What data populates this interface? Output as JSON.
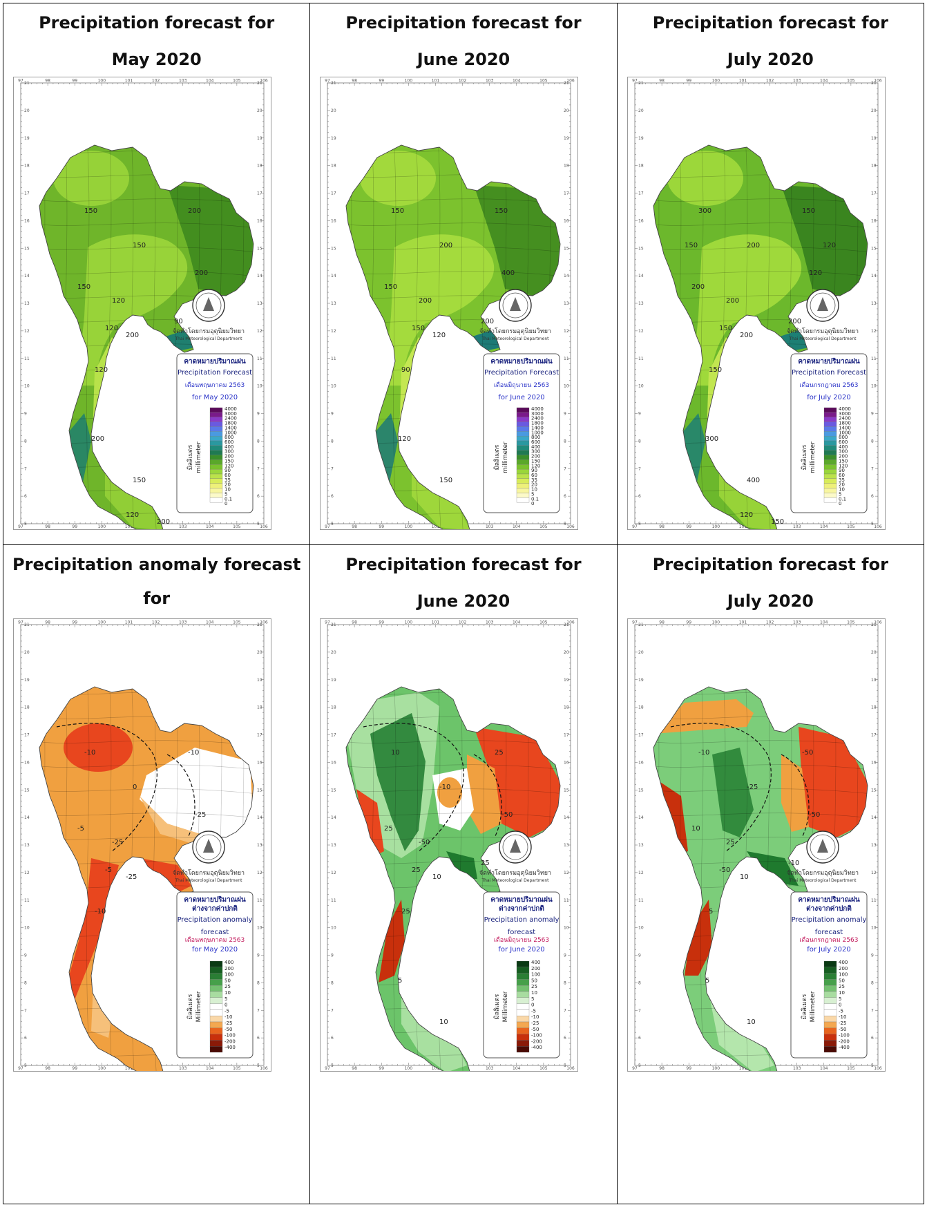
{
  "cells": [
    {
      "id": "may-forecast",
      "kind": "forecast",
      "title_line1": "Precipitation forecast for",
      "title_line2": "May 2020",
      "legend_month_th": "เดือนพฤษภาคม 2563",
      "legend_month_en": "for May 2020",
      "contour_labels": [
        "150",
        "150",
        "120",
        "120",
        "150",
        "200",
        "200",
        "200",
        "120",
        "90",
        "200",
        "150",
        "120",
        "200"
      ],
      "palette": {
        "base": "#6fb52a",
        "light": "#9ad53a",
        "pale": "#b8e24a",
        "dark": "#3e8a1e",
        "teal": "#1f7f6f"
      }
    },
    {
      "id": "jun-forecast",
      "kind": "forecast",
      "title_line1": "Precipitation forecast for",
      "title_line2": "June 2020",
      "legend_month_th": "เดือนมิถุนายน 2563",
      "legend_month_en": "for June 2020",
      "contour_labels": [
        "150",
        "150",
        "200",
        "150",
        "200",
        "150",
        "400",
        "120",
        "90",
        "200",
        "120",
        "150"
      ],
      "palette": {
        "base": "#7cc22e",
        "light": "#a6dc3e",
        "pale": "#c4e752",
        "dark": "#3f8a1f",
        "teal": "#1d7a76"
      }
    },
    {
      "id": "jul-forecast",
      "kind": "forecast",
      "title_line1": "Precipitation forecast for",
      "title_line2": "July 2020",
      "legend_month_th": "เดือนกรกฎาคม 2563",
      "legend_month_en": "for July 2020",
      "contour_labels": [
        "300",
        "200",
        "200",
        "150",
        "200",
        "150",
        "120",
        "200",
        "150",
        "200",
        "300",
        "400",
        "120",
        "150",
        "120",
        "150"
      ],
      "palette": {
        "base": "#6cb82c",
        "light": "#a2da3c",
        "pale": "#c2e650",
        "dark": "#357f1e",
        "teal": "#1d7f74"
      }
    },
    {
      "id": "may-anomaly",
      "kind": "anomaly",
      "title_line1": "Precipitation anomaly forecast for",
      "title_line2": "May 2020",
      "legend_month_th": "เดือนพฤษภาคม 2563",
      "legend_month_en": "for May 2020",
      "contour_labels": [
        "-10",
        "-5",
        "-25",
        "-5",
        "0",
        "-10",
        "-25",
        "-25",
        "-10"
      ],
      "palette": {
        "base": "#f0a040",
        "light": "#f6c07a",
        "pale": "#ffffff",
        "dark": "#e8461e",
        "teal": "#d83010"
      }
    },
    {
      "id": "jun-anomaly",
      "kind": "anomaly",
      "title_line1": "Precipitation forecast for",
      "title_line2": "June 2020",
      "legend_month_th": "เดือนมิถุนายน 2563",
      "legend_month_en": "for June 2020",
      "contour_labels": [
        "10",
        "25",
        "-50",
        "25",
        "-10",
        "25",
        "-50",
        "10",
        "25",
        "25",
        "5",
        "10"
      ],
      "palette": {
        "base": "#6cc46a",
        "light": "#a8e0a0",
        "pale": "#ffffff",
        "dark": "#1f7a2e",
        "teal": "#e8461e"
      }
    },
    {
      "id": "jul-anomaly",
      "kind": "anomaly",
      "title_line1": "Precipitation forecast for",
      "title_line2": "July 2020",
      "legend_month_th": "เดือนกรกฎาคม 2563",
      "legend_month_en": "for July 2020",
      "contour_labels": [
        "-10",
        "10",
        "25",
        "-50",
        "-25",
        "-50",
        "-50",
        "10",
        "5",
        "-10",
        "5",
        "10"
      ],
      "palette": {
        "base": "#7ccd7a",
        "light": "#b4e6ac",
        "pale": "#ffffff",
        "dark": "#1f7a2e",
        "teal": "#d83010"
      }
    }
  ],
  "credit": {
    "th": "จัดทำโดยกรมอุตุนิยมวิทยา",
    "en": "Thai Meteorological Department"
  },
  "forecast_legend": {
    "title_th": "คาดหมายปริมาณฝน",
    "title_en": "Precipitation Forecast",
    "unit_th": "มิลลิเมตร",
    "unit_en": "millimeter",
    "levels": [
      "4000",
      "3000",
      "2400",
      "1800",
      "1400",
      "1000",
      "800",
      "600",
      "400",
      "300",
      "200",
      "150",
      "120",
      "90",
      "60",
      "35",
      "20",
      "10",
      "5",
      "0.1",
      "0"
    ],
    "colors": [
      "#5a0a5a",
      "#7a1a8a",
      "#8a3ac8",
      "#6a5ae0",
      "#5a7ae8",
      "#4a9ae0",
      "#3aa8c8",
      "#2a98a0",
      "#208a7a",
      "#1f7a52",
      "#3a8e2a",
      "#5aa82a",
      "#7ac22e",
      "#9ad63a",
      "#bbe24a",
      "#d8ec5a",
      "#eef07a",
      "#f8f6a0",
      "#fcfac8",
      "#ffffff"
    ]
  },
  "anomaly_legend": {
    "title_th_1": "คาดหมายปริมาณฝน",
    "title_th_2": "ต่างจากค่าปกติ",
    "title_en_1": "Precipitation anomaly",
    "title_en_2": "forecast",
    "unit_th": "มิลลิเมตร",
    "unit_en": "Millimeter",
    "levels": [
      "400",
      "200",
      "100",
      "50",
      "25",
      "10",
      "5",
      "0",
      "-5",
      "-10",
      "-25",
      "-50",
      "-100",
      "-200",
      "-400"
    ],
    "colors": [
      "#0a3a14",
      "#175e22",
      "#2a7e34",
      "#46a04a",
      "#74c070",
      "#a8dca0",
      "#d8f0d2",
      "#ffffff",
      "#ffffff",
      "#fad8a8",
      "#f4a850",
      "#e8641e",
      "#c8300c",
      "#8a1a08",
      "#4a0a04"
    ]
  },
  "axis_ticks": {
    "x": [
      "97",
      "98",
      "99",
      "100",
      "101",
      "102",
      "103",
      "104",
      "105",
      "106"
    ],
    "y": [
      "21",
      "20",
      "19",
      "18",
      "17",
      "16",
      "15",
      "14",
      "13",
      "12",
      "11",
      "10",
      "9",
      "8",
      "7",
      "6",
      "5"
    ]
  }
}
